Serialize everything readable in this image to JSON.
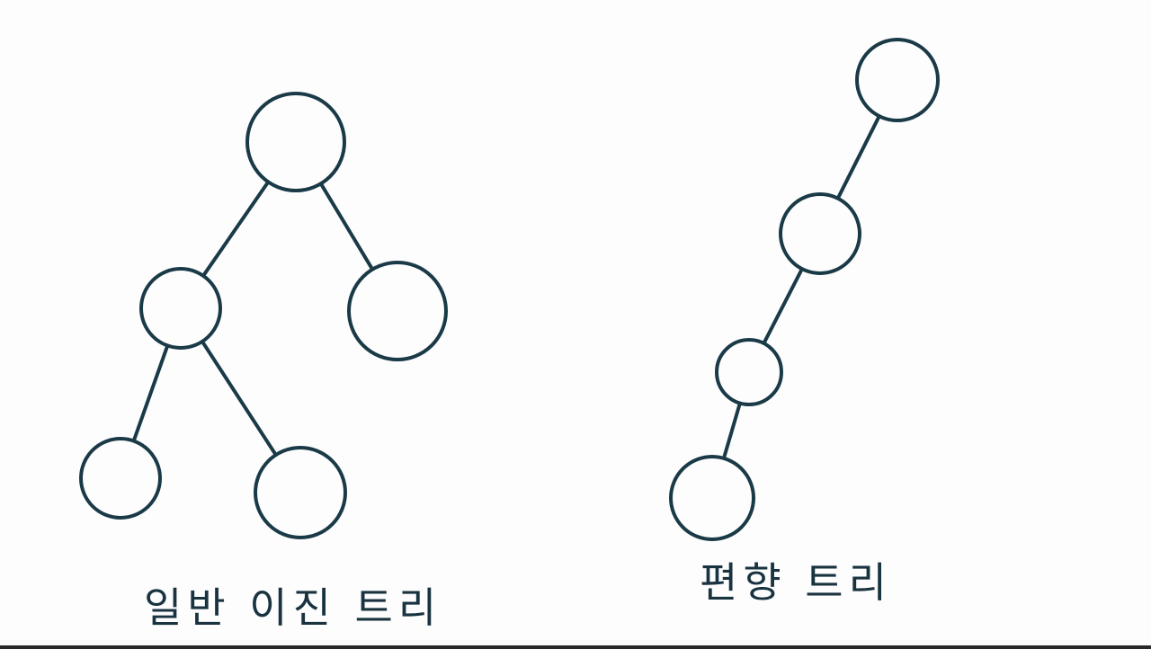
{
  "diagram": {
    "stroke_color": "#1a3a47",
    "background_color": "#fdfdfd",
    "trees": [
      {
        "name": "general-binary-tree",
        "label": "일반 이진 트리",
        "nodes": [
          "root",
          "left",
          "right",
          "left-left",
          "left-right"
        ],
        "edges": [
          [
            "root",
            "left"
          ],
          [
            "root",
            "right"
          ],
          [
            "left",
            "left-left"
          ],
          [
            "left",
            "left-right"
          ]
        ]
      },
      {
        "name": "skewed-tree",
        "label": "편향 트리",
        "nodes": [
          "n1",
          "n2",
          "n3",
          "n4"
        ],
        "edges": [
          [
            "n1",
            "n2"
          ],
          [
            "n2",
            "n3"
          ],
          [
            "n3",
            "n4"
          ]
        ]
      }
    ]
  }
}
